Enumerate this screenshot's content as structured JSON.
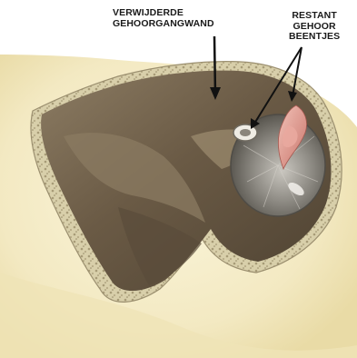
{
  "labels": {
    "removed_wall": {
      "line1": "VERWIJDERDE",
      "line2": "GEHOORGANGWAND"
    },
    "remaining_ossicles": {
      "line1": "RESTANT",
      "line2": "GEHOOR",
      "line3": "BEENTJES"
    }
  },
  "colors": {
    "background": "#ffffff",
    "skin": "#f4ecc8",
    "skin_shadow": "#e8d9a5",
    "bone_rim": "#c9bf9a",
    "cavity": "#6b5c47",
    "cavity_light": "#9a8b72",
    "eardrum": "#8e8c86",
    "ossicle": "#d98f86",
    "label_text": "#1a1a1a"
  }
}
